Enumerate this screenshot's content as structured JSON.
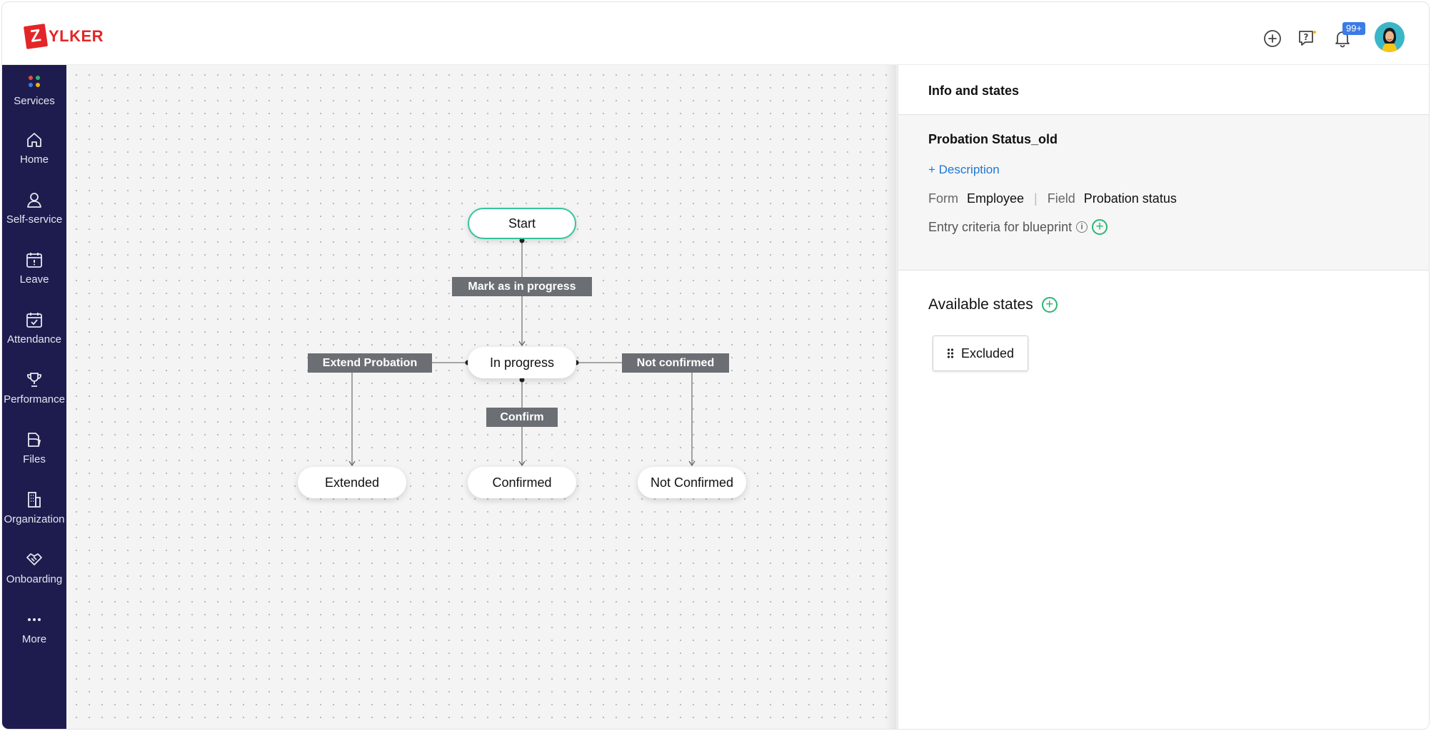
{
  "brand": {
    "logo_initial": "Z",
    "logo_rest": "YLKER",
    "color": "#e42527"
  },
  "header": {
    "notifications_badge": "99+"
  },
  "sidebar": {
    "items": [
      {
        "label": "Services",
        "icon": "services-dots-icon"
      },
      {
        "label": "Home",
        "icon": "home-icon"
      },
      {
        "label": "Self-service",
        "icon": "user-icon"
      },
      {
        "label": "Leave",
        "icon": "calendar-leave-icon"
      },
      {
        "label": "Attendance",
        "icon": "calendar-check-icon"
      },
      {
        "label": "Performance",
        "icon": "trophy-icon"
      },
      {
        "label": "Files",
        "icon": "files-icon"
      },
      {
        "label": "Organization",
        "icon": "building-icon"
      },
      {
        "label": "Onboarding",
        "icon": "handshake-icon"
      },
      {
        "label": "More",
        "icon": "more-dots-icon"
      }
    ]
  },
  "flow": {
    "states": {
      "start": "Start",
      "in_progress": "In progress",
      "extended": "Extended",
      "confirmed": "Confirmed",
      "not_confirmed": "Not Confirmed"
    },
    "transitions": {
      "mark_in_progress": "Mark as in progress",
      "extend_probation": "Extend Probation",
      "confirm": "Confirm",
      "not_confirmed": "Not confirmed"
    }
  },
  "panel": {
    "title": "Info and states",
    "blueprint_name": "Probation Status_old",
    "description_link": "+ Description",
    "form_label": "Form",
    "form_value": "Employee",
    "field_label": "Field",
    "field_value": "Probation status",
    "entry_criteria": "Entry criteria for blueprint",
    "available_states_title": "Available states",
    "available_states": [
      "Excluded"
    ]
  },
  "colors": {
    "sidebar_bg": "#1e1c4e",
    "accent_green": "#2bb673",
    "link_blue": "#1f75d6",
    "transition_bg": "#6b6e73"
  }
}
